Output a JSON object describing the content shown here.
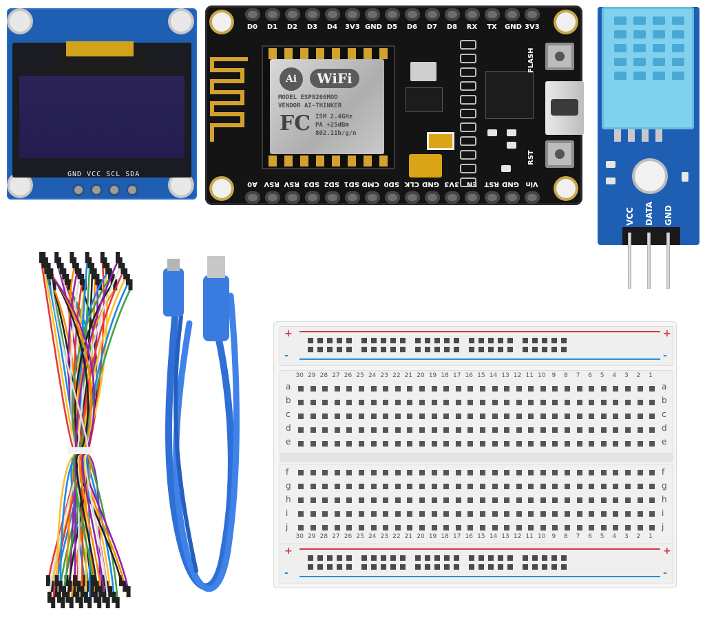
{
  "oled": {
    "pin_labels": "GND VCC SCL SDA"
  },
  "nodemcu": {
    "top_pins": [
      "D0",
      "D1",
      "D2",
      "D3",
      "D4",
      "3V3",
      "GND",
      "D5",
      "D6",
      "D7",
      "D8",
      "RX",
      "TX",
      "GND",
      "3V3"
    ],
    "bottom_pins": [
      "A0",
      "RSV",
      "RSV",
      "SD3",
      "SD2",
      "SD1",
      "CMD",
      "SD0",
      "CLK",
      "GND",
      "3V3",
      "EN",
      "RST",
      "GND",
      "Vin"
    ],
    "flash_label": "FLASH",
    "rst_label": "RST",
    "module": {
      "ai": "Ai",
      "wifi": "WiFi",
      "model": "MODEL",
      "model_value": "ESP8266MOD",
      "vendor": "VENDOR",
      "vendor_value": "AI-THINKER",
      "fc": "FC",
      "ism": "ISM 2.4GHz",
      "pa": "PA +25dBm",
      "std": "802.11b/g/n"
    }
  },
  "dht": {
    "labels": [
      "VCC",
      "DATA",
      "GND"
    ]
  },
  "breadboard": {
    "plus": "+",
    "minus": "-",
    "letters_top": [
      "a",
      "b",
      "c",
      "d",
      "e"
    ],
    "letters_bottom": [
      "f",
      "g",
      "h",
      "i",
      "j"
    ],
    "numbers": [
      "30",
      "29",
      "28",
      "27",
      "26",
      "25",
      "24",
      "23",
      "22",
      "21",
      "20",
      "19",
      "18",
      "17",
      "16",
      "15",
      "14",
      "13",
      "12",
      "11",
      "10",
      "9",
      "8",
      "7",
      "6",
      "5",
      "4",
      "3",
      "2",
      "1"
    ],
    "rail_colors": {
      "red": "#d2364a",
      "blue": "#2a8fd0"
    }
  },
  "usb_cable_color": "#2f6fd6",
  "jumper_colors": [
    "#e53935",
    "#fbc02d",
    "#1e88e5",
    "#43a047",
    "#212121",
    "#fb8c00",
    "#8e24aa",
    "#ffffff"
  ]
}
